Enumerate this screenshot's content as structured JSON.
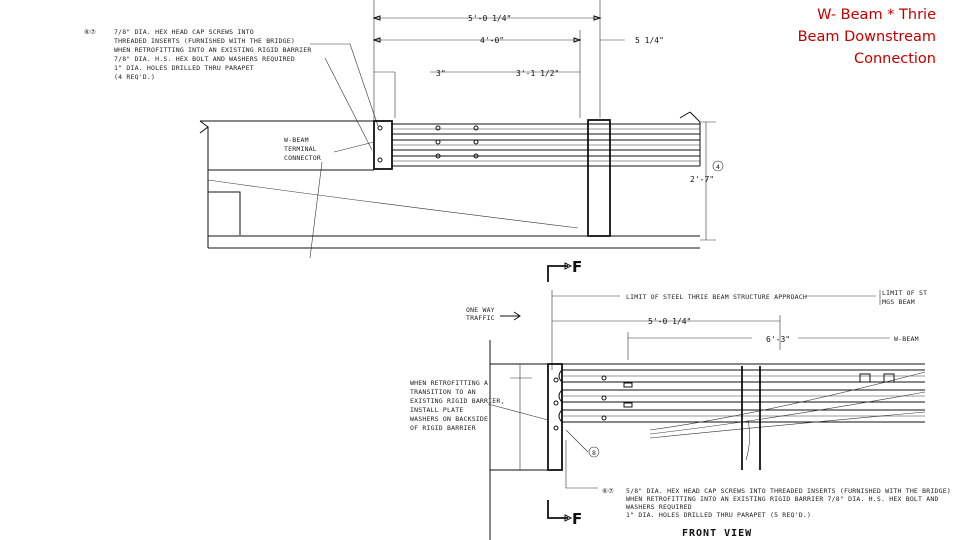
{
  "slide": {
    "title": "W- Beam * Thrie\nBeam Downstream\nConnection"
  },
  "top_view": {
    "note_callout": "⑥⑦",
    "note_lines": [
      "7/8\" DIA. HEX HEAD CAP SCREWS INTO",
      "THREADED INSERTS (FURNISHED WITH THE BRIDGE)",
      "WHEN RETROFITTING INTO AN EXISTING RIGID BARRIER",
      "7/8\" DIA. H.S. HEX BOLT AND WASHERS REQUIRED",
      "1\" DIA. HOLES DRILLED THRU PARAPET",
      "(4 REQ'D.)"
    ],
    "dimensions": {
      "overall": "5'-0 1/4\"",
      "middle": "4'-0\"",
      "offset": "5 1/4\"",
      "left": "3\"",
      "right": "3'-1 1/2\"",
      "height": "2'-7\""
    },
    "callout_height": "4",
    "terminal_label": [
      "W-BEAM",
      "TERMINAL",
      "CONNECTOR"
    ]
  },
  "front_view": {
    "section_marker": "F",
    "traffic_label": [
      "ONE WAY",
      "TRAFFIC"
    ],
    "limit_thrie": "LIMIT OF STEEL THRIE BEAM STRUCTURE APPROACH",
    "limit_right": [
      "LIMIT OF ST",
      "MGS BEAM"
    ],
    "wbeam_label": "W-BEAM",
    "dim_a": "5'-0 1/4\"",
    "dim_b": "6'-3\"",
    "retrofit_note": [
      "WHEN RETROFITTING A",
      "TRANSITION TO AN",
      "EXISTING RIGID BARRIER,",
      "INSTALL PLATE",
      "WASHERS ON BACKSIDE",
      "OF RIGID BARRIER"
    ],
    "callout_8": "8",
    "bottom_callout": "⑥⑦",
    "bottom_note": [
      "5/8\" DIA. HEX HEAD CAP SCREWS INTO THREADED INSERTS (FURNISHED WITH THE BRIDGE)",
      "WHEN RETROFITTING INTO AN EXISTING RIGID BARRIER 7/8\" DIA. H.S. HEX BOLT AND",
      "WASHERS REQUIRED",
      "1\" DIA. HOLES DRILLED THRU PARAPET (5 REQ'D.)"
    ],
    "view_title": "FRONT VIEW"
  }
}
